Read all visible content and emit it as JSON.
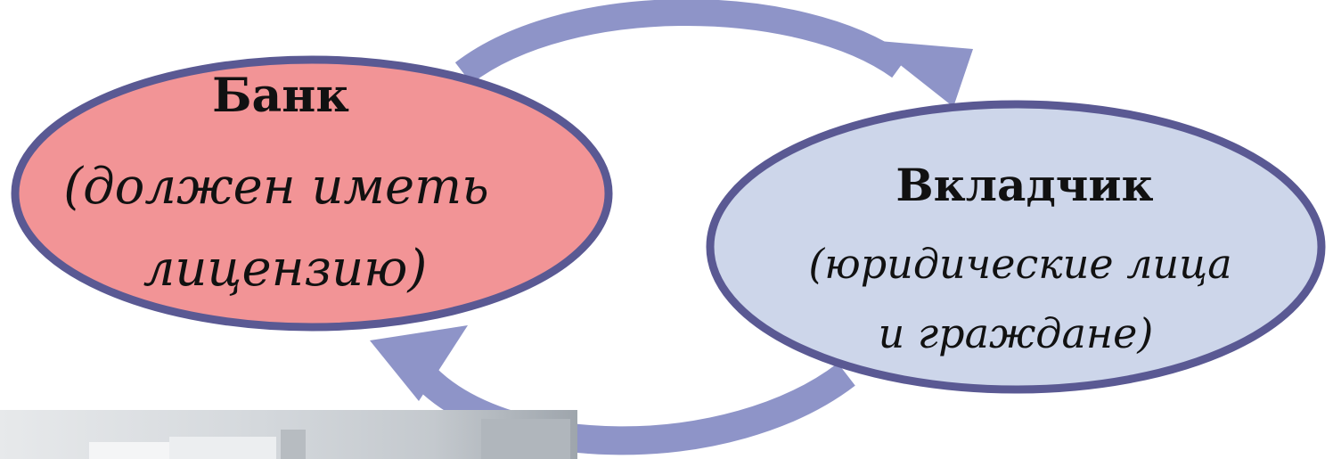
{
  "colors": {
    "bank_fill": "#f29496",
    "depositor_fill": "#cdd6ea",
    "ellipse_stroke": "#5a5993",
    "arrow": "#8e94c8",
    "photo_light": "#dfe2e5",
    "photo_dark": "#9aa0a6"
  },
  "bank": {
    "title": "Банк",
    "line1": "(должен иметь",
    "line2": "лицензию)"
  },
  "depositor": {
    "title": "Вкладчик",
    "line1": "(юридические лица",
    "line2": "и граждане)"
  },
  "arrows": {
    "top": "bank-to-depositor",
    "bottom": "depositor-to-bank"
  },
  "photo": {
    "description_icon": "photo-fragment"
  }
}
